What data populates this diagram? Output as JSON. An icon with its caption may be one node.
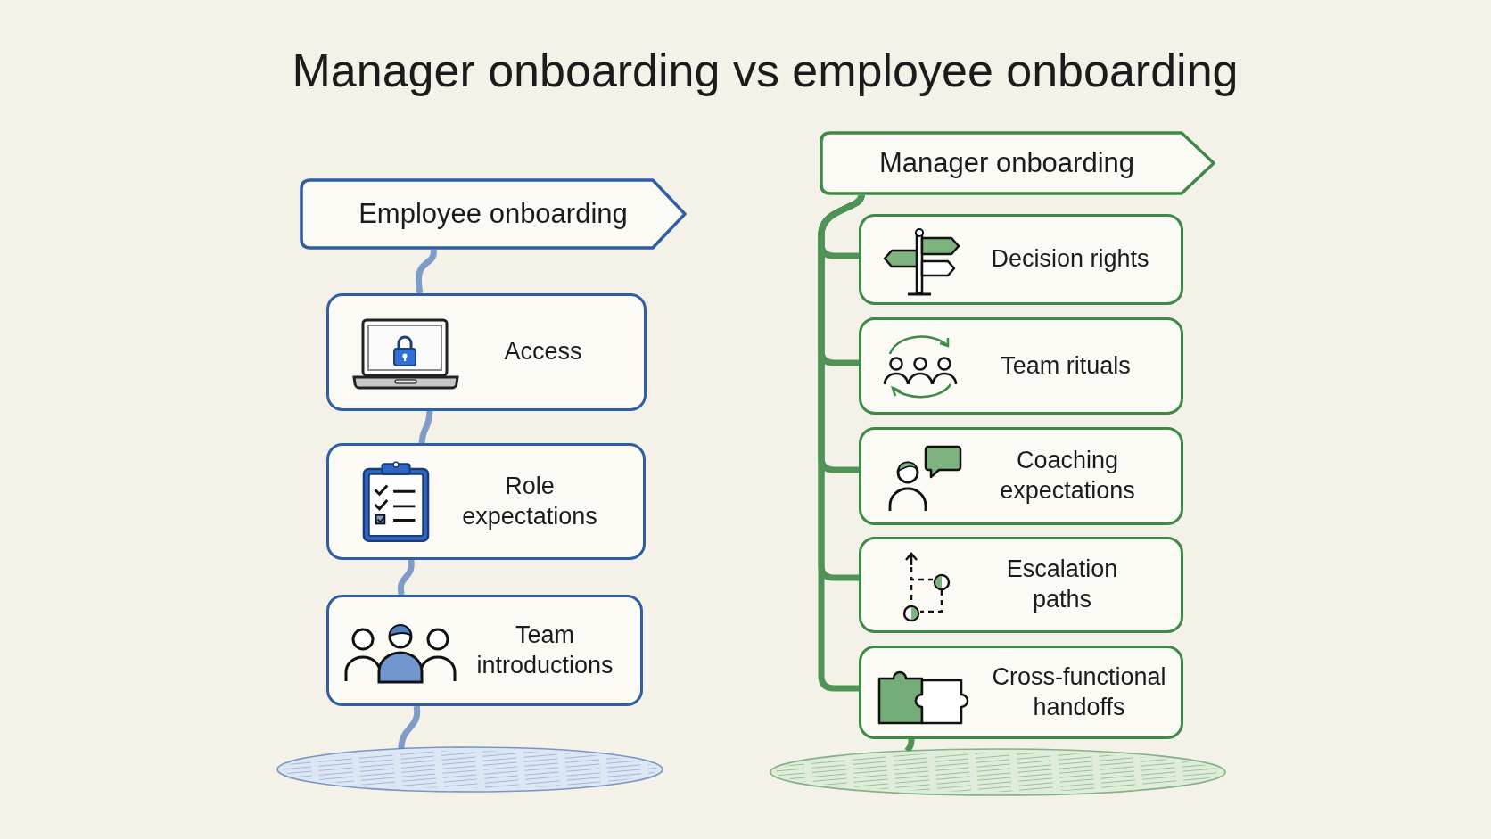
{
  "diagram": {
    "title": "Manager onboarding vs employee onboarding",
    "nodes": [
      {
        "text": [
          "Employee onboarding"
        ]
      },
      {
        "text": [
          "Access"
        ]
      },
      {
        "text": [
          "Role expectations"
        ]
      },
      {
        "text": [
          "Team introductions"
        ]
      },
      {
        "text": [],
        "shape": "ellipse"
      },
      {
        "text": [
          "Manager onboarding"
        ]
      },
      {
        "text": [
          "Decision rights"
        ]
      },
      {
        "text": [
          "Team rituals"
        ]
      },
      {
        "text": [
          "Coaching expectations"
        ]
      },
      {
        "text": [
          "Escalation paths"
        ]
      },
      {
        "text": [
          "Cross-functional handoffs"
        ]
      },
      {
        "text": [],
        "shape": "ellipse"
      }
    ],
    "edges": [
      {
        "from": 0,
        "to": 1,
        "arrow": "none",
        "color": "#7f9bc8"
      },
      {
        "from": 1,
        "to": 2,
        "arrow": "none",
        "color": "#7f9bc8"
      },
      {
        "from": 2,
        "to": 3,
        "arrow": "none",
        "color": "#7f9bc8"
      },
      {
        "from": 3,
        "to": 4,
        "arrow": "none",
        "color": "#7f9bc8"
      },
      {
        "from": 5,
        "to": 6,
        "arrow": "none"
      },
      {
        "from": 5,
        "to": 7,
        "arrow": "none"
      },
      {
        "from": 5,
        "to": 8,
        "arrow": "none"
      },
      {
        "from": 5,
        "to": 9,
        "arrow": "none"
      },
      {
        "from": 5,
        "to": 10,
        "arrow": "none"
      },
      {
        "from": 10,
        "to": 11,
        "arrow": "none"
      }
    ]
  }
}
